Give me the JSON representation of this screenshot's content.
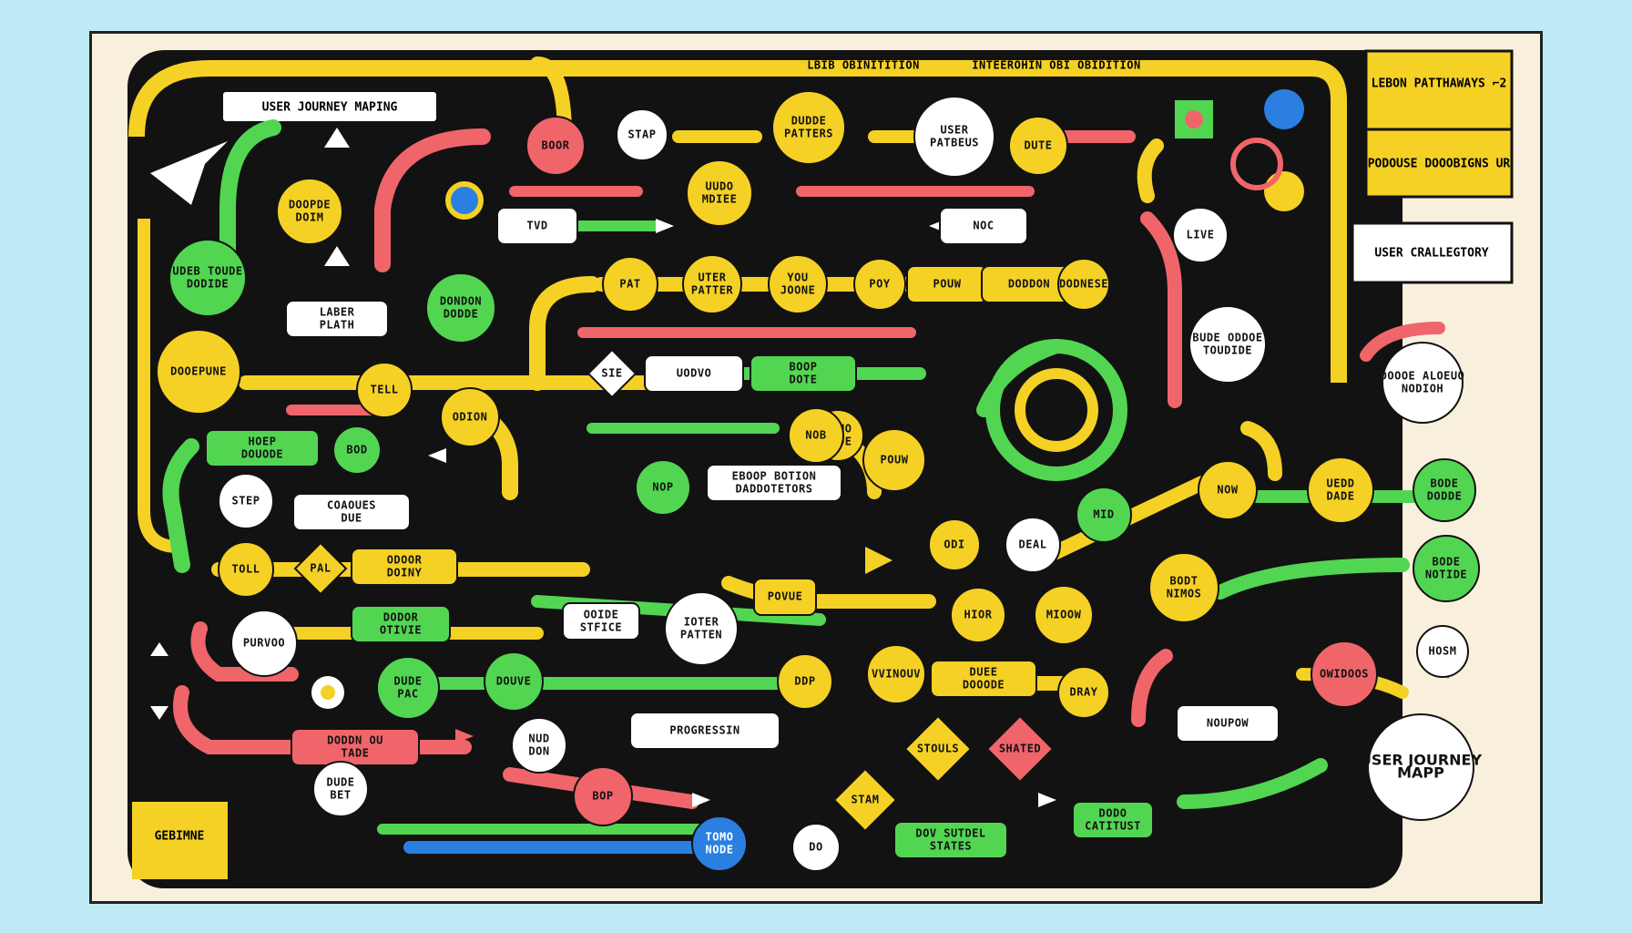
{
  "colors": {
    "sky": "#bfeaf5",
    "paper": "#f8f0dc",
    "board": "#121212",
    "yellow": "#f5d125",
    "green": "#52d652",
    "red": "#f0656a",
    "white": "#ffffff",
    "blue": "#2a7fe0",
    "ink": "#121212"
  },
  "header": {
    "title_box": "USER JOURNEY MAPING",
    "top_label_1": "LBIB OBINITITION",
    "top_label_2": "INTEEROHIN OBI OBIDITION"
  },
  "legend": {
    "panel_top": "LEBON PATTHAWAYS ⌐2",
    "panel_bottom": "PODOUSE DOOOBIGNS UR",
    "side_box": "USER CRALLEGTORY",
    "bottom_left": "GEBIMNE"
  },
  "nodes": {
    "n_dodoe_doim": "DOOPDE DOIM",
    "n_beer": "BOOR",
    "n_stap": "STAP",
    "n_dudde_patters": "DUDDE PATTERS",
    "n_user_patbeus": "USER PATBEUS",
    "n_dute": "DUTE",
    "n_uder_toude": "UDEB TOUDE DODIDE",
    "n_uudo_mdiee": "UUDO MDIEE",
    "n_tvd": "TVD",
    "n_noc": "NOC",
    "n_live": "LIVE",
    "n_lbber_plath": "LABER PLATH",
    "n_dondon_dodde": "DONDON DODDE",
    "n_pat": "PAT",
    "n_uter_patter": "UTER PATTER",
    "n_you_joone": "YOU JOONE",
    "n_poy": "POY",
    "n_pouw": "POUW",
    "n_dodon": "DODDON",
    "n_dodnese": "DODNESE",
    "n_bude_doude": "BUDE ODDOE TOUDIDE",
    "n_doepune": "DOOEPUNE",
    "n_tell": "TELL",
    "n_odion": "ODION",
    "n_sie": "SIE",
    "n_uodvo": "UODVO",
    "n_boop_dote": "BOOP DOTE",
    "n_dono_bode": "DONO BODE",
    "n_doooe_aleouo": "DOOOE ALOEUO NODIOH",
    "n_hoep_douode": "HOEP DOUODE",
    "n_bod": "BOD",
    "n_nob": "NOB",
    "n_pouw2": "POUW",
    "n_step": "STEP",
    "n_coaoues_due": "COAOUES DUE",
    "n_nop": "NOP",
    "n_eboor_boution": "EBOOP BOTION DADDOTETORS",
    "n_now": "NOW",
    "n_uedd_dade": "UEDD DADE",
    "n_bode_dodde": "BODE DODDE",
    "n_toll": "TOLL",
    "n_pal": "PAL",
    "n_oddor_doiny": "ODOOR DOINY",
    "n_odi": "ODI",
    "n_deal": "DEAL",
    "n_mid": "MID",
    "n_dode_notioe": "BODE NOTIDE",
    "n_bodt_nimos": "BODT NIMOS",
    "n_hior": "HIOR",
    "n_mioow": "MIOOW",
    "n_odide_stfice": "OOIDE STFICE",
    "n_ioter_patten": "IOTER PATTEN",
    "n_povue": "POVUE",
    "n_purvoo": "PURVOO",
    "n_dodor_otvie": "DODOR OTIVIE",
    "n_dude_pac": "DUDE PAC",
    "n_douve": "DOUVE",
    "n_ddp": "DDP",
    "n_vvinouv": "VVINOUV",
    "n_duee_dooode": "DUEE DOOODE",
    "n_dray": "DRAY",
    "n_owidoos": "OWIDOOS",
    "n_hosm": "HOSM",
    "n_doodn_ou_tabe": "DODDN OU TADE",
    "n_nud_don": "NUD DON",
    "n_progresin": "PROGRESSIN",
    "n_stouls": "STOULS",
    "n_shated": "SHATED",
    "n_nouvow": "NOUPOW",
    "n_user_map": "USER JOURNEY MAPP",
    "n_dude_bet": "DUDE BET",
    "n_bop": "BOP",
    "n_stam": "STAM",
    "n_dodo_catitust": "DODO CATITUST",
    "n_dov_sutdel": "DOV SUTDEL STATES",
    "n_tomd_node": "TOMO NODE",
    "n_do": "DO"
  }
}
